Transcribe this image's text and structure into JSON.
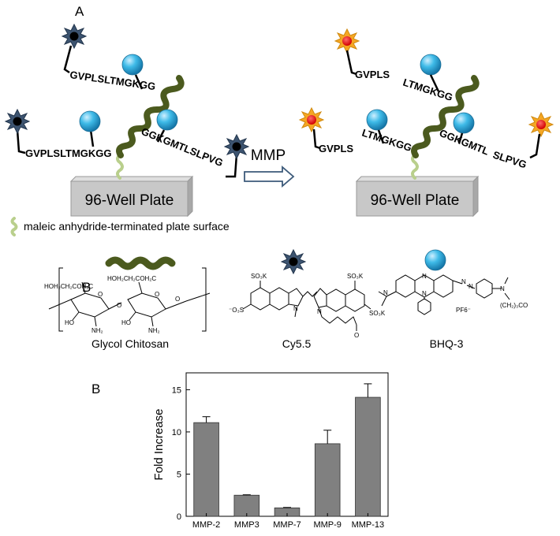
{
  "panel_a": {
    "label": "A",
    "peptides_before": [
      "GVPLSLTMGKGG",
      "GVPLSLTMGKGG",
      "GGKGMTLSLPVG"
    ],
    "peptides_after": [
      "GVPLS",
      "GVPLS",
      "LTMGKGG",
      "LTMGKGG",
      "GGKGMTL",
      "SLPVG"
    ],
    "arrow_label": "MMP",
    "plate_label": "96-Well Plate",
    "surface_legend": "maleic anhydride-terminated plate surface",
    "compounds": [
      {
        "name": "Glycol Chitosan",
        "icon": "green-chain-icon",
        "atoms": [
          "HOH₂CH₂COH₂C",
          "HOH₂CH₂COH₂C",
          "HO",
          "NH₂",
          "HO",
          "NH₂",
          "O",
          "O",
          "O",
          "O"
        ]
      },
      {
        "name": "Cy5.5",
        "icon": "blue-star-icon",
        "atoms": [
          "SO₃K",
          "SO₃K",
          "⁻O₃S",
          "SO₃K",
          "N",
          "N",
          "O"
        ]
      },
      {
        "name": "BHQ-3",
        "icon": "cyan-sphere-icon",
        "atoms": [
          "N",
          "N",
          "N",
          "N",
          "N",
          "N",
          "PF6⁻",
          "(CH₂)₃CO"
        ]
      }
    ]
  },
  "panel_b": {
    "label": "B",
    "overlay_label": "B"
  },
  "colors": {
    "bar": "#808080",
    "chitosan": "#4b5a1e",
    "linker": "#b9cf8c",
    "star": "#3d5470",
    "sphere": "#33b5e5",
    "sun": "#f5a623",
    "plate": "#c8c8c8"
  },
  "chart_data": {
    "type": "bar",
    "categories": [
      "MMP-2",
      "MMP3",
      "MMP-7",
      "MMP-9",
      "MMP-13"
    ],
    "values": [
      11.1,
      2.5,
      1.0,
      8.6,
      14.1
    ],
    "errors": [
      0.7,
      0.05,
      0.05,
      1.6,
      1.6
    ],
    "ylabel": "Fold Increase",
    "xlabel": "",
    "ylim": [
      0,
      17
    ],
    "yticks": [
      0,
      5,
      10,
      15
    ],
    "grid": false
  }
}
